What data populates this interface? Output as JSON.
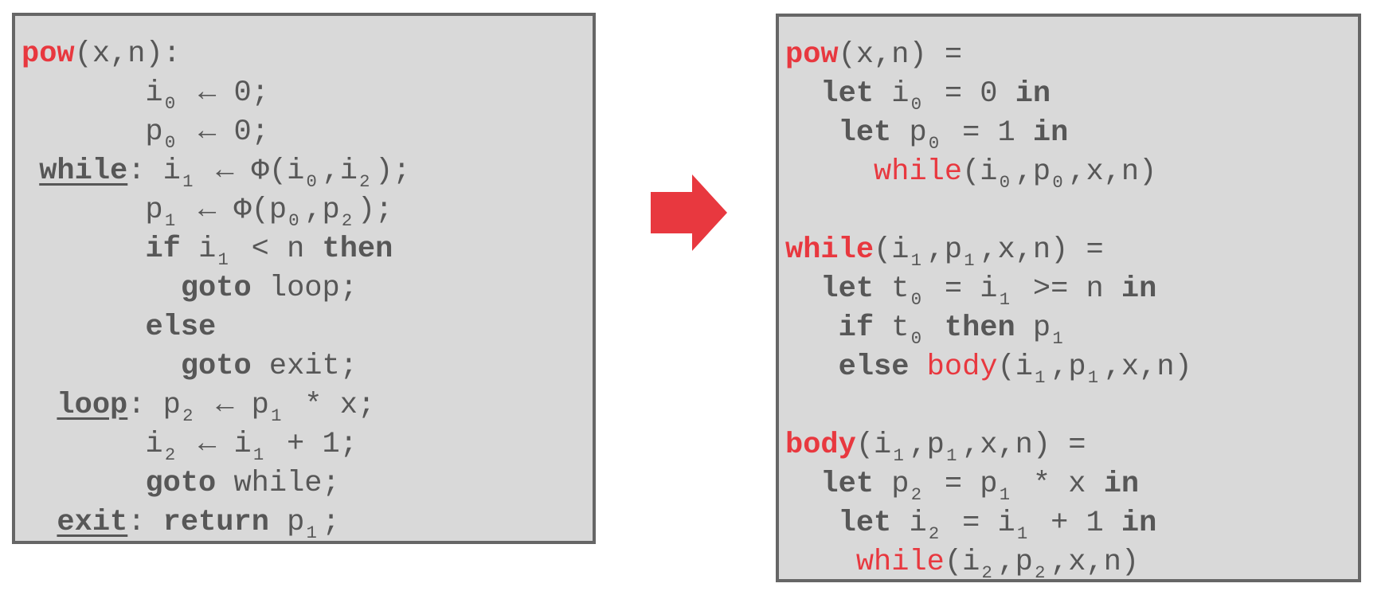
{
  "colors": {
    "text": "#575757",
    "accent": "#e8383f",
    "panel": "#d9d9d9",
    "border": "#666666"
  },
  "arrow_icon": "right-arrow-icon",
  "left": {
    "lines": [
      [
        [
          "f",
          "pow"
        ],
        [
          "p",
          "(x,n):"
        ]
      ],
      [
        [
          "p",
          "       i"
        ],
        [
          "s",
          "0"
        ],
        [
          "p",
          " ← 0;"
        ]
      ],
      [
        [
          "p",
          "       p"
        ],
        [
          "s",
          "0"
        ],
        [
          "p",
          " ← 0;"
        ]
      ],
      [
        [
          "p",
          " "
        ],
        [
          "l",
          "while"
        ],
        [
          "p",
          ": i"
        ],
        [
          "s",
          "1"
        ],
        [
          "p",
          " ← Φ(i"
        ],
        [
          "s",
          "0"
        ],
        [
          "p",
          ",i"
        ],
        [
          "s",
          "2"
        ],
        [
          "p",
          ");"
        ]
      ],
      [
        [
          "p",
          "       p"
        ],
        [
          "s",
          "1"
        ],
        [
          "p",
          " ← Φ(p"
        ],
        [
          "s",
          "0"
        ],
        [
          "p",
          ",p"
        ],
        [
          "s",
          "2"
        ],
        [
          "p",
          ");"
        ]
      ],
      [
        [
          "p",
          "       "
        ],
        [
          "k",
          "if"
        ],
        [
          "p",
          " i"
        ],
        [
          "s",
          "1"
        ],
        [
          "p",
          " < n "
        ],
        [
          "k",
          "then"
        ]
      ],
      [
        [
          "p",
          "         "
        ],
        [
          "k",
          "goto"
        ],
        [
          "p",
          " loop;"
        ]
      ],
      [
        [
          "p",
          "       "
        ],
        [
          "k",
          "else"
        ]
      ],
      [
        [
          "p",
          "         "
        ],
        [
          "k",
          "goto"
        ],
        [
          "p",
          " exit;"
        ]
      ],
      [
        [
          "p",
          "  "
        ],
        [
          "l",
          "loop"
        ],
        [
          "p",
          ": p"
        ],
        [
          "s",
          "2"
        ],
        [
          "p",
          " ← p"
        ],
        [
          "s",
          "1"
        ],
        [
          "p",
          " * x;"
        ]
      ],
      [
        [
          "p",
          "       i"
        ],
        [
          "s",
          "2"
        ],
        [
          "p",
          " ← i"
        ],
        [
          "s",
          "1"
        ],
        [
          "p",
          " + 1;"
        ]
      ],
      [
        [
          "p",
          "       "
        ],
        [
          "k",
          "goto"
        ],
        [
          "p",
          " while;"
        ]
      ],
      [
        [
          "p",
          "  "
        ],
        [
          "l",
          "exit"
        ],
        [
          "p",
          ": "
        ],
        [
          "k",
          "return"
        ],
        [
          "p",
          " p"
        ],
        [
          "s",
          "1"
        ],
        [
          "p",
          ";"
        ]
      ]
    ]
  },
  "right": {
    "lines": [
      [
        [
          "f",
          "pow"
        ],
        [
          "p",
          "(x,n) ="
        ]
      ],
      [
        [
          "p",
          "  "
        ],
        [
          "k",
          "let"
        ],
        [
          "p",
          " i"
        ],
        [
          "s",
          "0"
        ],
        [
          "p",
          " = 0 "
        ],
        [
          "k",
          "in"
        ]
      ],
      [
        [
          "p",
          "   "
        ],
        [
          "k",
          "let"
        ],
        [
          "p",
          " p"
        ],
        [
          "s",
          "0"
        ],
        [
          "p",
          " = 1 "
        ],
        [
          "k",
          "in"
        ]
      ],
      [
        [
          "p",
          "     "
        ],
        [
          "c",
          "while"
        ],
        [
          "p",
          "(i"
        ],
        [
          "s",
          "0"
        ],
        [
          "p",
          ",p"
        ],
        [
          "s",
          "0"
        ],
        [
          "p",
          ",x,n)"
        ]
      ],
      [],
      [
        [
          "f",
          "while"
        ],
        [
          "p",
          "(i"
        ],
        [
          "s",
          "1"
        ],
        [
          "p",
          ",p"
        ],
        [
          "s",
          "1"
        ],
        [
          "p",
          ",x,n) ="
        ]
      ],
      [
        [
          "p",
          "  "
        ],
        [
          "k",
          "let"
        ],
        [
          "p",
          " t"
        ],
        [
          "s",
          "0"
        ],
        [
          "p",
          " = i"
        ],
        [
          "s",
          "1"
        ],
        [
          "p",
          " >= n "
        ],
        [
          "k",
          "in"
        ]
      ],
      [
        [
          "p",
          "   "
        ],
        [
          "k",
          "if"
        ],
        [
          "p",
          " t"
        ],
        [
          "s",
          "0"
        ],
        [
          "p",
          " "
        ],
        [
          "k",
          "then"
        ],
        [
          "p",
          " p"
        ],
        [
          "s",
          "1"
        ]
      ],
      [
        [
          "p",
          "   "
        ],
        [
          "k",
          "else"
        ],
        [
          "p",
          " "
        ],
        [
          "c",
          "body"
        ],
        [
          "p",
          "(i"
        ],
        [
          "s",
          "1"
        ],
        [
          "p",
          ",p"
        ],
        [
          "s",
          "1"
        ],
        [
          "p",
          ",x,n)"
        ]
      ],
      [],
      [
        [
          "f",
          "body"
        ],
        [
          "p",
          "(i"
        ],
        [
          "s",
          "1"
        ],
        [
          "p",
          ",p"
        ],
        [
          "s",
          "1"
        ],
        [
          "p",
          ",x,n) ="
        ]
      ],
      [
        [
          "p",
          "  "
        ],
        [
          "k",
          "let"
        ],
        [
          "p",
          " p"
        ],
        [
          "s",
          "2"
        ],
        [
          "p",
          " = p"
        ],
        [
          "s",
          "1"
        ],
        [
          "p",
          " * x "
        ],
        [
          "k",
          "in"
        ]
      ],
      [
        [
          "p",
          "   "
        ],
        [
          "k",
          "let"
        ],
        [
          "p",
          " i"
        ],
        [
          "s",
          "2"
        ],
        [
          "p",
          " = i"
        ],
        [
          "s",
          "1"
        ],
        [
          "p",
          " + 1 "
        ],
        [
          "k",
          "in"
        ]
      ],
      [
        [
          "p",
          "    "
        ],
        [
          "c",
          "while"
        ],
        [
          "p",
          "(i"
        ],
        [
          "s",
          "2"
        ],
        [
          "p",
          ",p"
        ],
        [
          "s",
          "2"
        ],
        [
          "p",
          ",x,n)"
        ]
      ]
    ]
  }
}
